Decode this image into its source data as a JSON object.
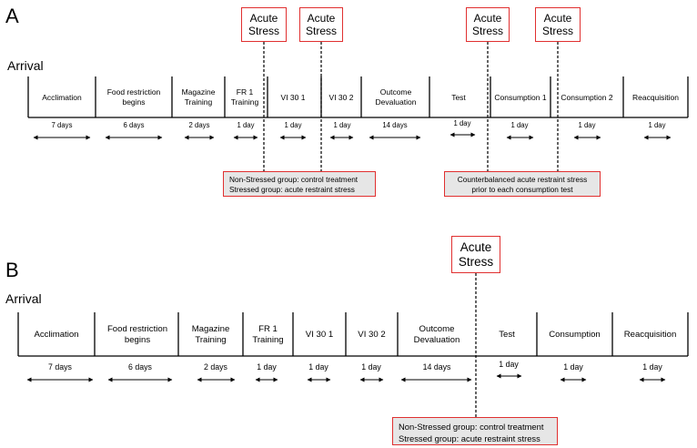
{
  "panelA": {
    "letter": "A",
    "arrival": "Arrival",
    "stress_label": "Acute Stress",
    "phases": [
      "Acclimation",
      "Food restriction begins",
      "Magazine Training",
      "FR 1 Training",
      "VI 30 1",
      "VI 30 2",
      "Outcome Devaluation",
      "Test",
      "Consumption 1",
      "Consumption 2",
      "Reacquisition"
    ],
    "durations": [
      "7 days",
      "6 days",
      "2 days",
      "1 day",
      "1 day",
      "1 day",
      "14 days",
      "1 day",
      "1 day",
      "1 day",
      "1 day"
    ],
    "note1": [
      "Non-Stressed group: control treatment",
      "Stressed group: acute restraint stress"
    ],
    "note2": [
      "Counterbalanced acute restraint stress",
      "prior to each consumption test"
    ]
  },
  "panelB": {
    "letter": "B",
    "arrival": "Arrival",
    "stress_label": "Acute Stress",
    "phases": [
      "Acclimation",
      "Food restriction begins",
      "Magazine Training",
      "FR 1 Training",
      "VI 30 1",
      "VI 30 2",
      "Outcome Devaluation",
      "Test",
      "Consumption",
      "Reacquisition"
    ],
    "durations": [
      "7 days",
      "6 days",
      "2 days",
      "1 day",
      "1 day",
      "1 day",
      "14 days",
      "1 day",
      "1 day",
      "1 day"
    ],
    "note": [
      "Non-Stressed group: control treatment",
      "Stressed group: acute restraint stress"
    ]
  }
}
